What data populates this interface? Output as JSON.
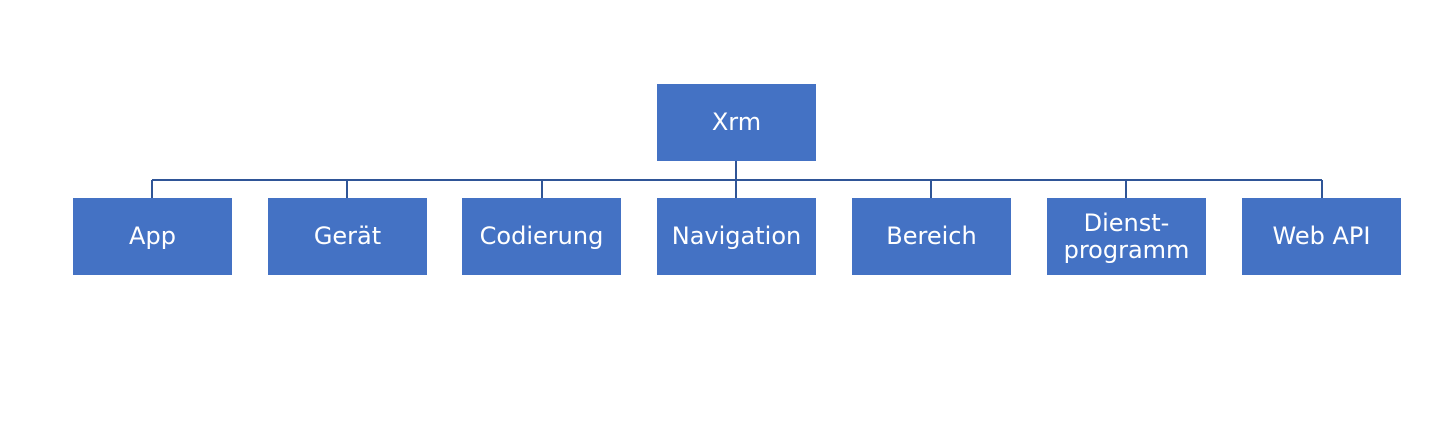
{
  "diagram": {
    "root": {
      "label": "Xrm"
    },
    "children": [
      {
        "label": "App"
      },
      {
        "label": "Gerät"
      },
      {
        "label": "Codierung"
      },
      {
        "label": "Navigation"
      },
      {
        "label": "Bereich"
      },
      {
        "label": "Dienst-\nprogramm"
      },
      {
        "label": "Web API"
      }
    ]
  },
  "colors": {
    "node_fill": "#4472c4",
    "node_text": "#ffffff",
    "connector": "#2f5597"
  }
}
